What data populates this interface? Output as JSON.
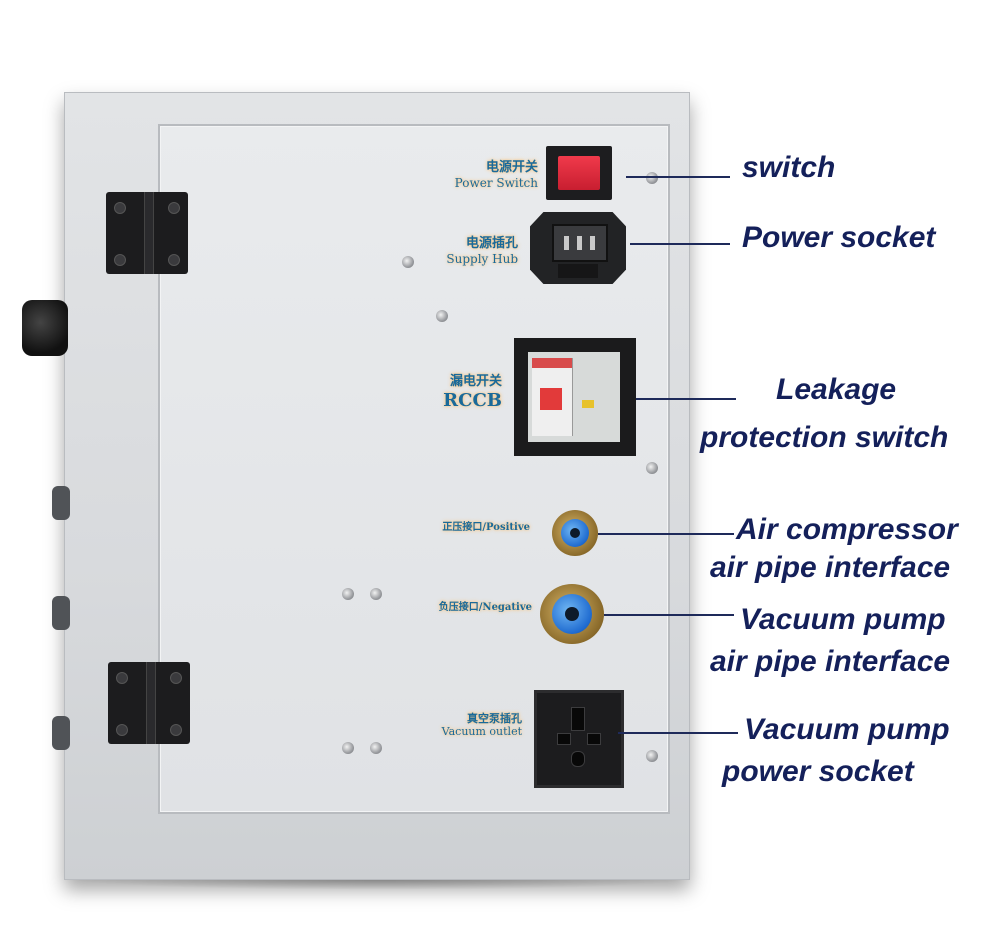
{
  "panel_labels": {
    "power_switch_cn": "电源开关",
    "power_switch_en": "Power Switch",
    "supply_hub_cn": "电源插孔",
    "supply_hub_en": "Supply Hub",
    "rccb_cn": "漏电开关",
    "rccb_en": "RCCB",
    "positive": "正压接口/Positive",
    "negative": "负压接口/Negative",
    "vacuum_outlet_cn": "真空泵插孔",
    "vacuum_outlet_en": "Vacuum outlet"
  },
  "callouts": {
    "switch": "switch",
    "power_socket": "Power socket",
    "leakage_line1": "Leakage",
    "leakage_line2": "protection switch",
    "air_compressor_line1": "Air compressor",
    "air_compressor_line2": "air pipe interface",
    "vacuum_pipe_line1": "Vacuum pump",
    "vacuum_pipe_line2": "air pipe interface",
    "vacuum_power_line1": "Vacuum pump",
    "vacuum_power_line2": "power socket"
  },
  "colors": {
    "callout_text": "#14205a",
    "panel_label": "#1a6a9a",
    "rocker": "#e02c3d",
    "fitting_blue": "#1f6bd0",
    "cabinet": "#dcdee1"
  }
}
